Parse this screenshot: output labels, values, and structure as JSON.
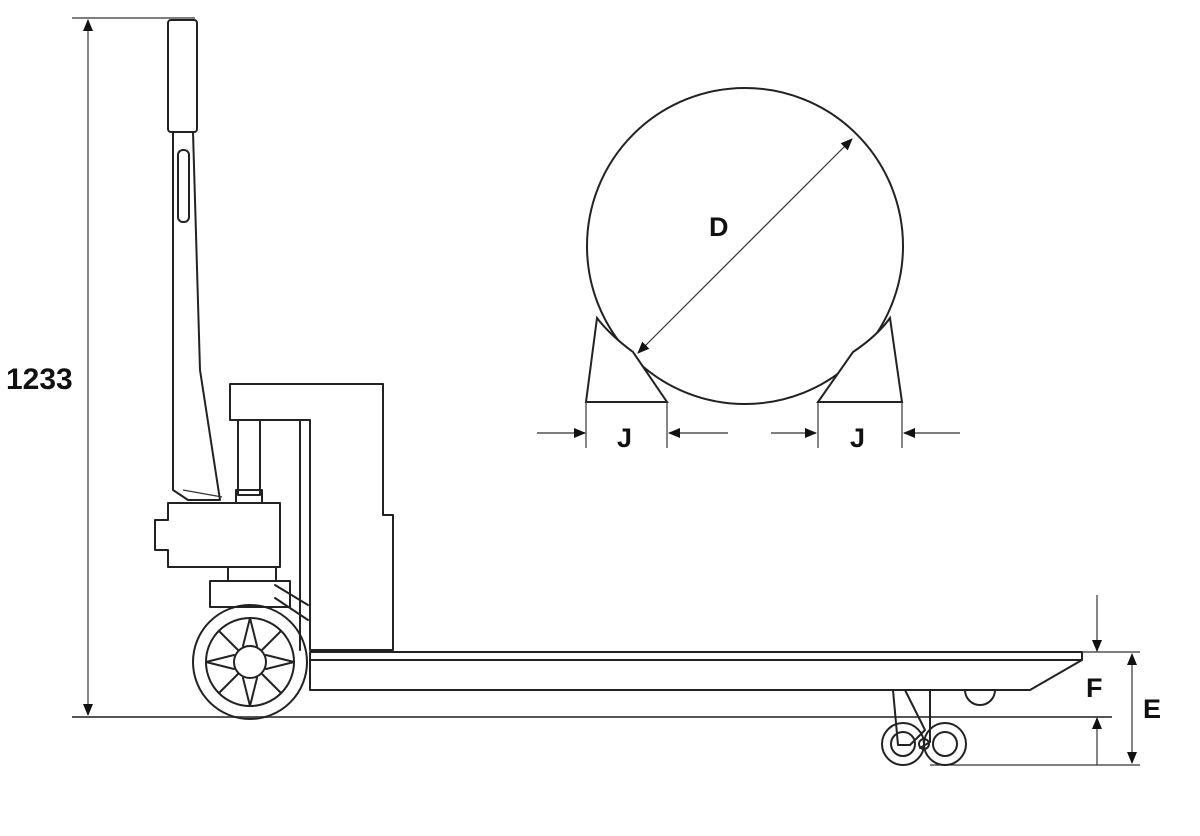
{
  "labels": {
    "height": "1233",
    "diameter": "D",
    "cradle_left": "J",
    "cradle_right": "J",
    "fork_height": "F",
    "lift_height": "E"
  }
}
